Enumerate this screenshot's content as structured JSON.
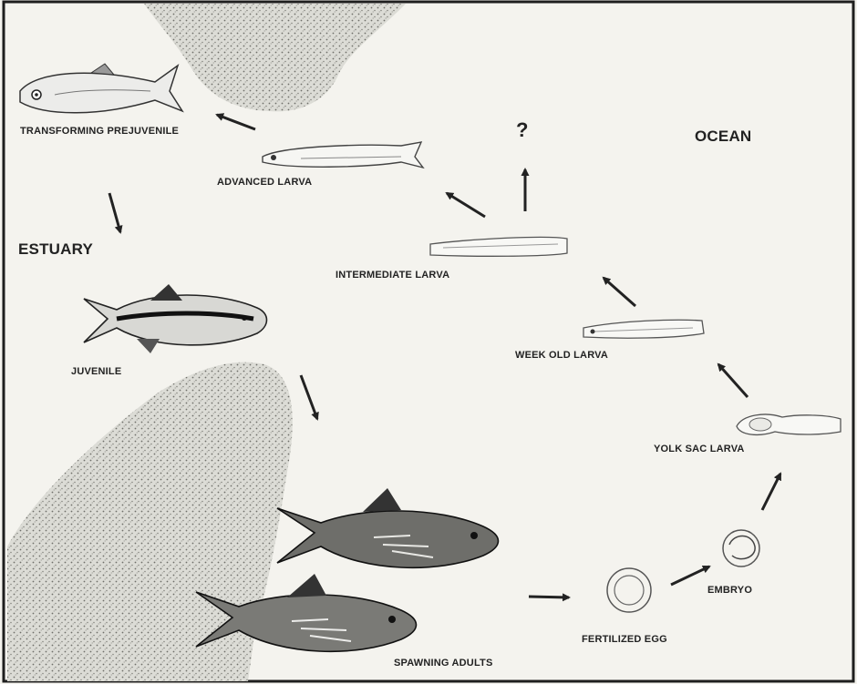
{
  "diagram": {
    "region_labels": {
      "estuary": "ESTUARY",
      "ocean": "OCEAN"
    },
    "stages": {
      "transforming_prejuvenile": "TRANSFORMING PREJUVENILE",
      "advanced_larva": "ADVANCED LARVA",
      "intermediate_larva": "INTERMEDIATE LARVA",
      "unknown_fate": "?",
      "week_old_larva": "WEEK OLD LARVA",
      "yolk_sac_larva": "YOLK SAC LARVA",
      "embryo": "EMBRYO",
      "fertilized_egg": "FERTILIZED EGG",
      "spawning_adults": "SPAWNING ADULTS",
      "juvenile": "JUVENILE"
    }
  }
}
